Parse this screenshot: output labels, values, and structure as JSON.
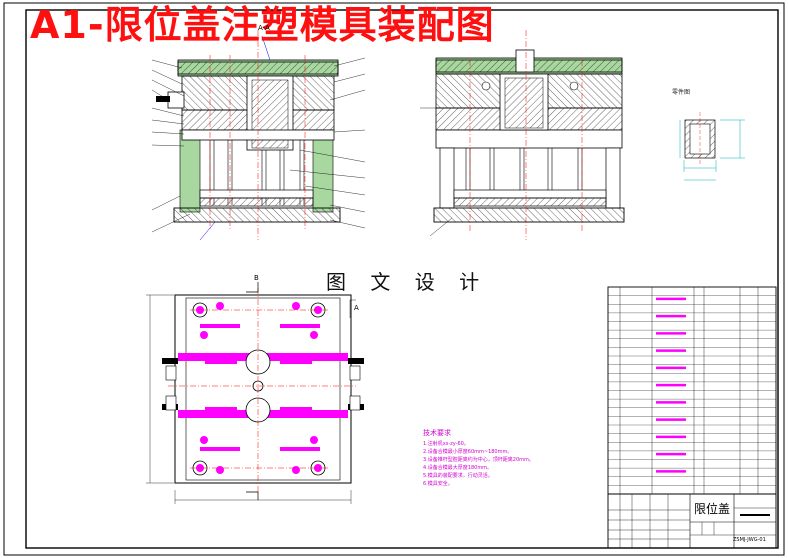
{
  "title": "A1-限位盖注塑模具装配图",
  "watermark": "图 文 设 计",
  "part_view_title": "零件图",
  "view_label_b": "B",
  "view_label_a": "A",
  "section_label": "A-A",
  "tech_requirements": {
    "heading": "技术要求",
    "items": [
      "1.注射机xs-zy-60。",
      "2.设备合模最小厚度60mm~180mm。",
      "3.设备推杆型腔距离约为中心，顶杆距离20mm。",
      "4.设备合模最大厚度180mm。",
      "5.模具的装配要求，行动灵活。",
      "6.模具安全。"
    ]
  },
  "part_name": "限位盖",
  "drawing_no": "ZSMJ-JWG-01",
  "colors": {
    "title": "#ff1010",
    "frame": "#000000",
    "green_fill": "#a8d8a0",
    "magenta": "#ff00ff",
    "red_center": "#ff0000",
    "blue_leader": "#0000ff",
    "cyan_dim": "#00b0c0"
  }
}
